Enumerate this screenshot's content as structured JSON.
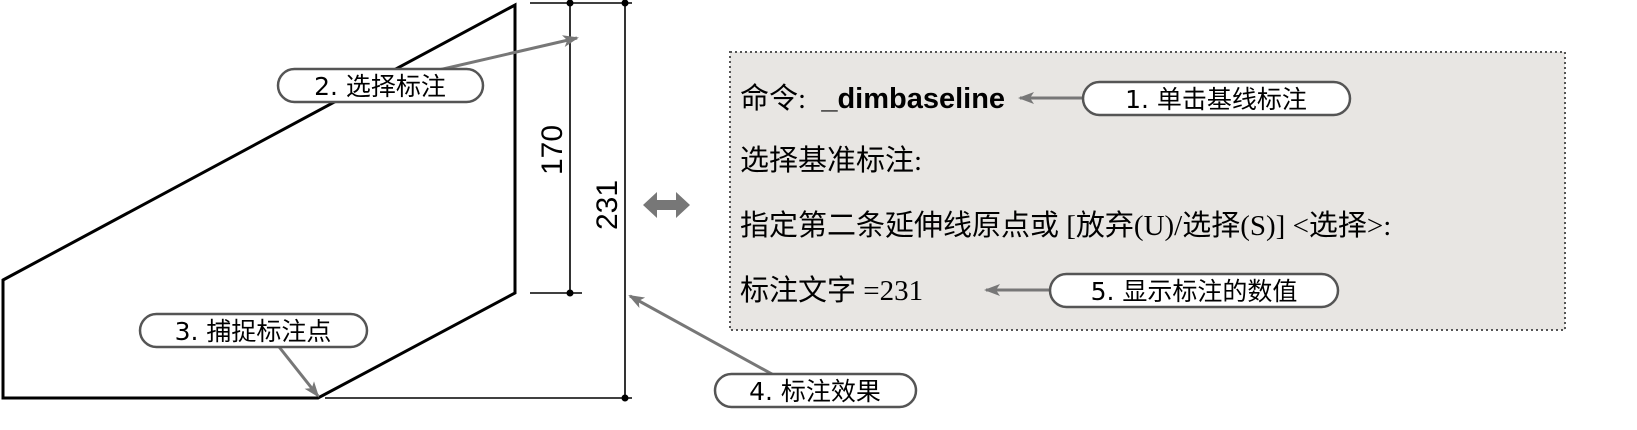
{
  "callouts": {
    "step1": "1. 单击基线标注",
    "step2": "2. 选择标注",
    "step3": "3. 捕捉标注点",
    "step4": "4. 标注效果",
    "step5": "5. 显示标注的数值"
  },
  "dimensions": {
    "inner": "170",
    "outer": "231"
  },
  "command_line": {
    "prompt": "命令:",
    "command": "_dimbaseline",
    "line2": "选择基准标注:",
    "line3": "指定第二条延伸线原点或 [放弃(U)/选择(S)] <选择>:",
    "line4": "标注文字 =231"
  },
  "colors": {
    "panel_bg": "#e8e6e3",
    "arrow": "#777777",
    "outline": "#000000"
  }
}
